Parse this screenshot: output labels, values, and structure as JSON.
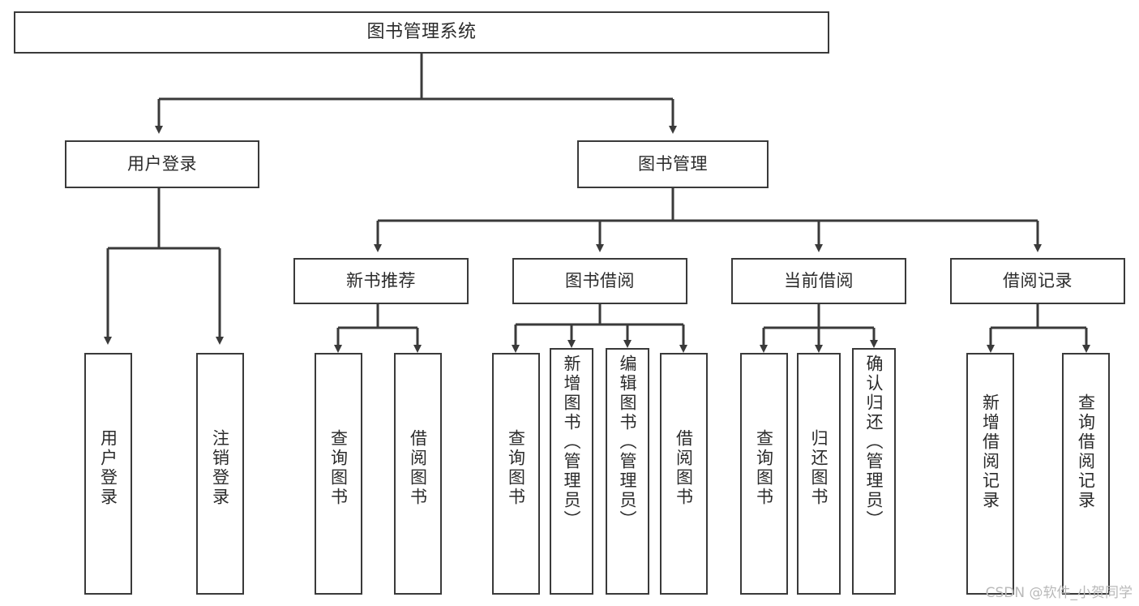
{
  "diagram": {
    "title": "图书管理系统",
    "watermark": "CSDN @软件_小贺同学",
    "colors": {
      "background": "#ffffff",
      "stroke": "#3a3a3a",
      "text": "#2b2b2b",
      "watermark": "#b9b9b9"
    },
    "levels": {
      "root": {
        "label": "图书管理系统"
      },
      "level2": [
        {
          "label": "用户登录"
        },
        {
          "label": "图书管理"
        }
      ],
      "level3": [
        {
          "label": "新书推荐"
        },
        {
          "label": "图书借阅"
        },
        {
          "label": "当前借阅"
        },
        {
          "label": "借阅记录"
        }
      ],
      "leaves": {
        "user_login": [
          {
            "label": "用户登录"
          },
          {
            "label": "注销登录"
          }
        ],
        "new_book_recommend": [
          {
            "label": "查询图书"
          },
          {
            "label": "借阅图书"
          }
        ],
        "book_borrow": [
          {
            "label": "查询图书"
          },
          {
            "label": "新增图书（管理员）"
          },
          {
            "label": "编辑图书（管理员）"
          },
          {
            "label": "借阅图书"
          }
        ],
        "current_borrow": [
          {
            "label": "查询图书"
          },
          {
            "label": "归还图书"
          },
          {
            "label": "确认归还（管理员）"
          }
        ],
        "borrow_record": [
          {
            "label": "新增借阅记录"
          },
          {
            "label": "查询借阅记录"
          }
        ]
      }
    }
  }
}
